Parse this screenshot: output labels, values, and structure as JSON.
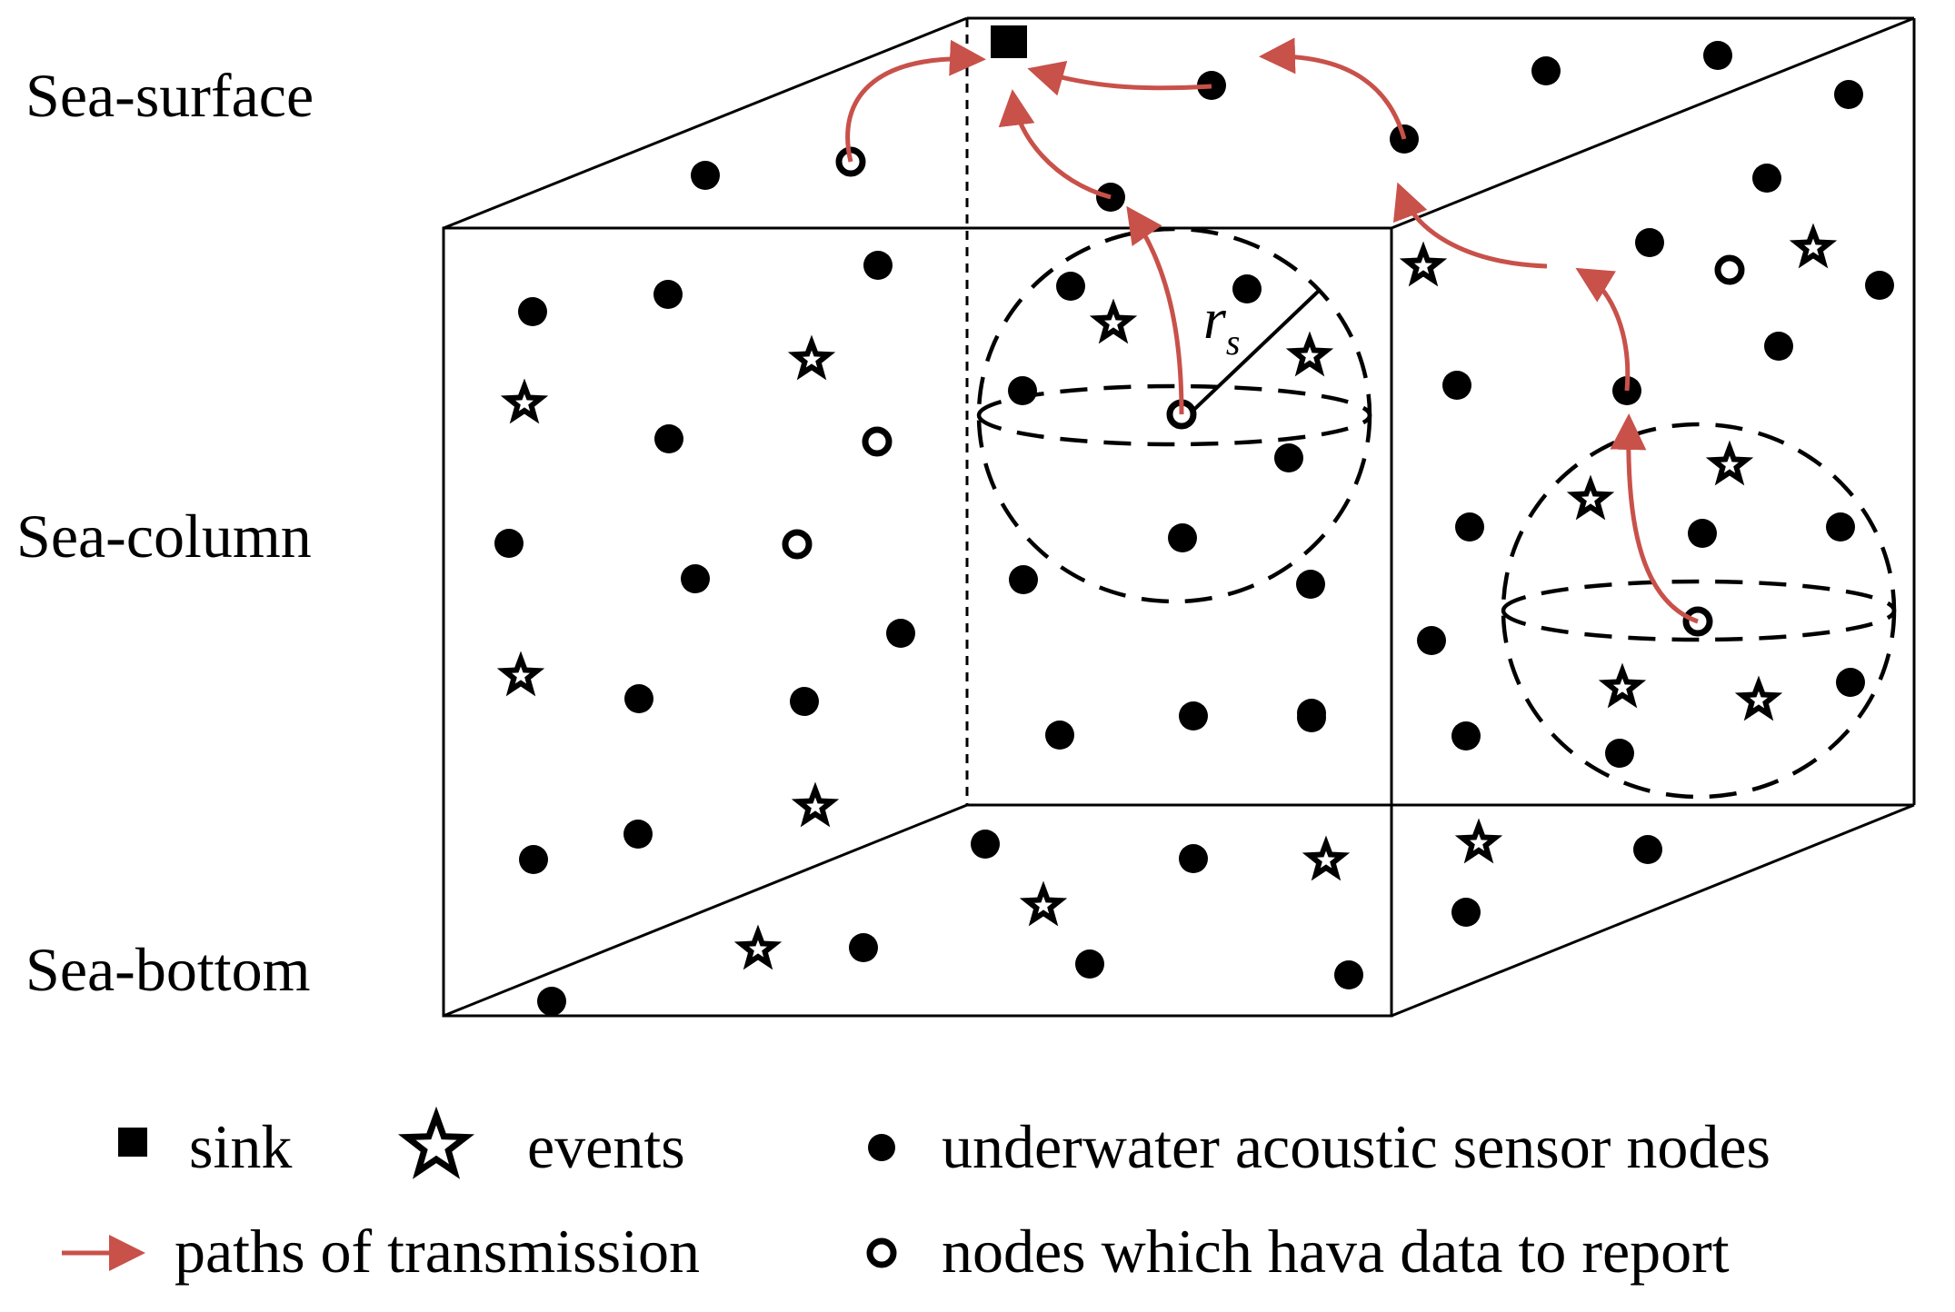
{
  "layers": {
    "surface": "Sea-surface",
    "column": "Sea-column",
    "bottom": "Sea-bottom"
  },
  "range_label": {
    "main": "r",
    "sub": "s"
  },
  "legend": {
    "sink": "sink",
    "events": "events",
    "sensor_nodes": "underwater acoustic sensor nodes",
    "paths": "paths of transmission",
    "reporting_nodes": "nodes which hava data to report"
  },
  "colors": {
    "path": "#c8514a",
    "ink": "#000000",
    "background": "#ffffff"
  },
  "icons": {
    "sink": "filled-square",
    "event": "star-outline",
    "sensor_node": "filled-circle",
    "reporting_node": "ring-circle",
    "path": "red-arrow"
  }
}
